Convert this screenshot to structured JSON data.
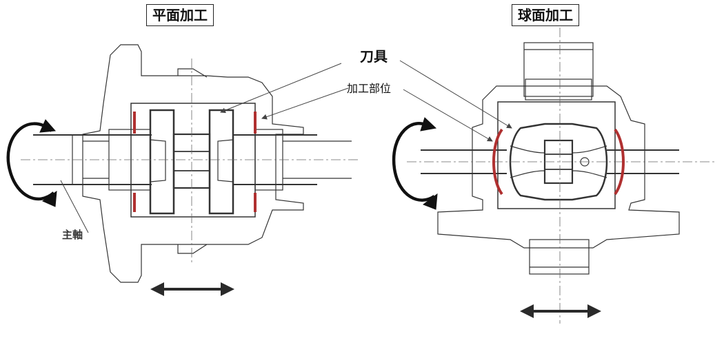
{
  "panels": {
    "left_title": "平面加工",
    "right_title": "球面加工"
  },
  "labels": {
    "tool": "刀具",
    "machining_area": "加工部位",
    "spindle": "主軸"
  },
  "colors": {
    "line": "#2a2a2a",
    "thin": "#555555",
    "highlight": "#b03030"
  }
}
